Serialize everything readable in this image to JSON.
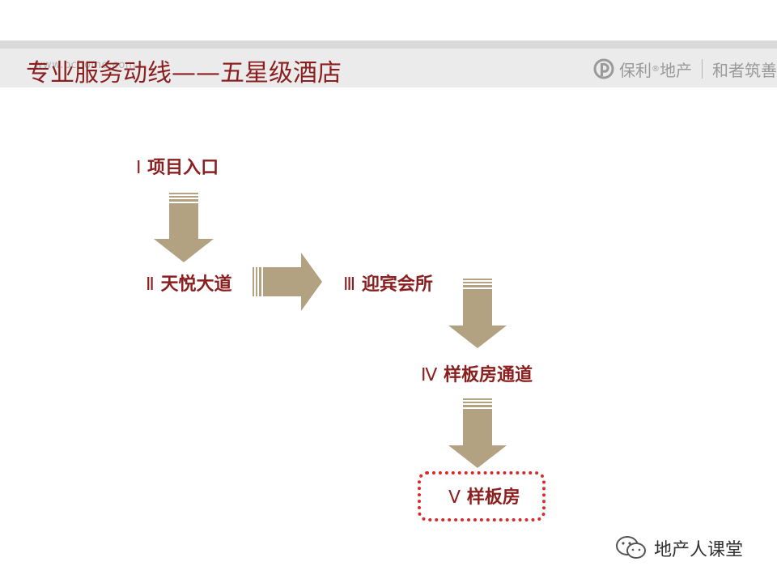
{
  "header": {
    "watermark_url": "www.pchome.com",
    "title": "专业服务动线——五星级酒店",
    "brand": {
      "company": "保利",
      "registered_mark": "®",
      "sub": "地产",
      "slogan": "和者筑善"
    }
  },
  "flow": {
    "steps": [
      {
        "numeral": "Ⅰ",
        "label": "项目入口"
      },
      {
        "numeral": "Ⅱ",
        "label": "天悦大道"
      },
      {
        "numeral": "Ⅲ",
        "label": "迎宾会所"
      },
      {
        "numeral": "Ⅳ",
        "label": "样板房通道"
      },
      {
        "numeral": "Ⅴ",
        "label": "样板房"
      }
    ]
  },
  "footer": {
    "account_icon": "wechat-icon",
    "account_name": "地产人课堂"
  },
  "colors": {
    "title": "#8b1f1f",
    "arrow": "#b2a282",
    "highlight_box": "#d62a2a",
    "band": "#ebebeb"
  }
}
